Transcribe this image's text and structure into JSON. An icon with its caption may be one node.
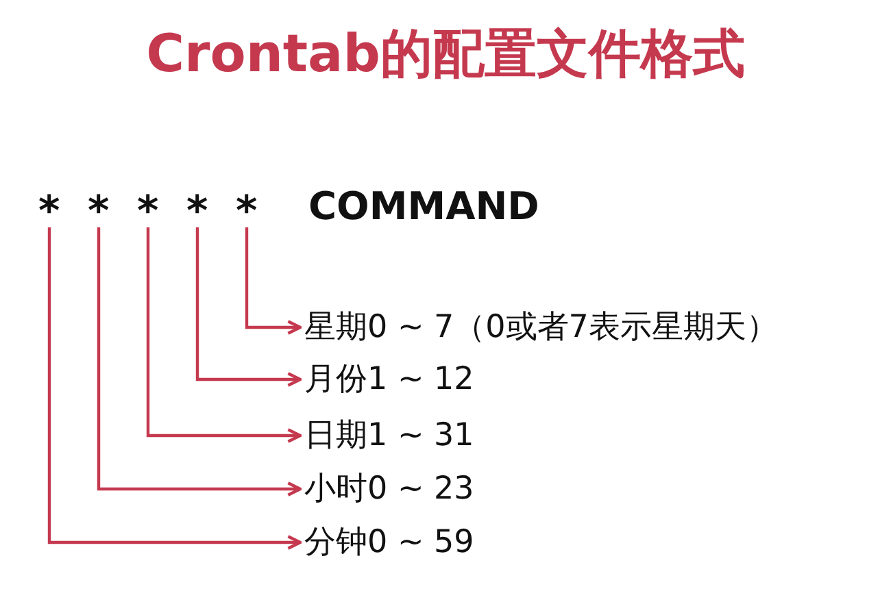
{
  "diagram": {
    "title": "Crontab的配置文件格式",
    "nodes": [
      {
        "text": [
          "*"
        ]
      },
      {
        "text": [
          "*"
        ]
      },
      {
        "text": [
          "*"
        ]
      },
      {
        "text": [
          "*"
        ]
      },
      {
        "text": [
          "*"
        ]
      },
      {
        "text": [
          "星期0 ~ 7（0或者7表示星期天）"
        ]
      },
      {
        "text": [
          "月份1 ~ 12"
        ]
      },
      {
        "text": [
          "日期1 ~ 31"
        ]
      },
      {
        "text": [
          "小时0 ~ 23"
        ]
      },
      {
        "text": [
          "分钟0 ~ 59"
        ]
      }
    ],
    "edges": [
      {
        "from": 0,
        "to": 9,
        "arrow": "to"
      },
      {
        "from": 1,
        "to": 8,
        "arrow": "to"
      },
      {
        "from": 2,
        "to": 7,
        "arrow": "to"
      },
      {
        "from": 3,
        "to": 6,
        "arrow": "to"
      },
      {
        "from": 4,
        "to": 5,
        "arrow": "to"
      }
    ],
    "labels": [
      "COMMAND"
    ]
  }
}
